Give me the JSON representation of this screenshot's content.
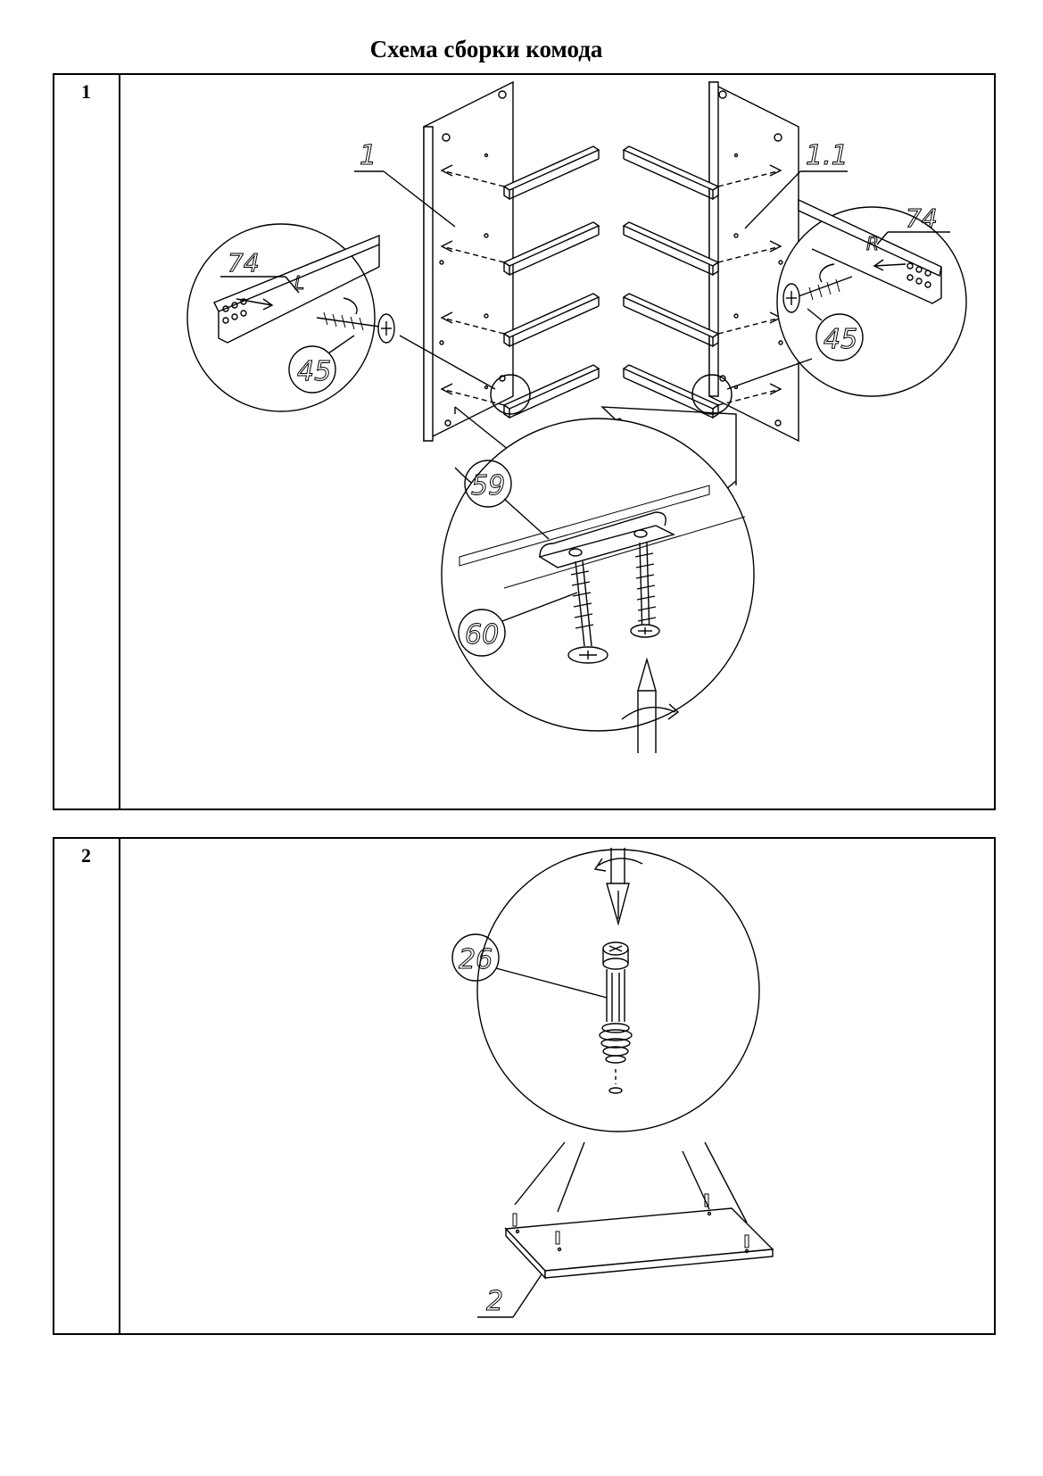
{
  "document": {
    "title": "Схема сборки комода"
  },
  "steps": [
    {
      "number": "1",
      "callouts": {
        "side_left": "1",
        "side_right": "1.1",
        "rail_left": "74",
        "rail_left_mark": "L",
        "rail_right": "74",
        "rail_right_mark": "R",
        "screw_left": "45",
        "screw_right": "45",
        "glide": "59",
        "glide_screw": "60"
      }
    },
    {
      "number": "2",
      "callouts": {
        "bolt": "26",
        "bottom_panel": "2"
      }
    }
  ]
}
